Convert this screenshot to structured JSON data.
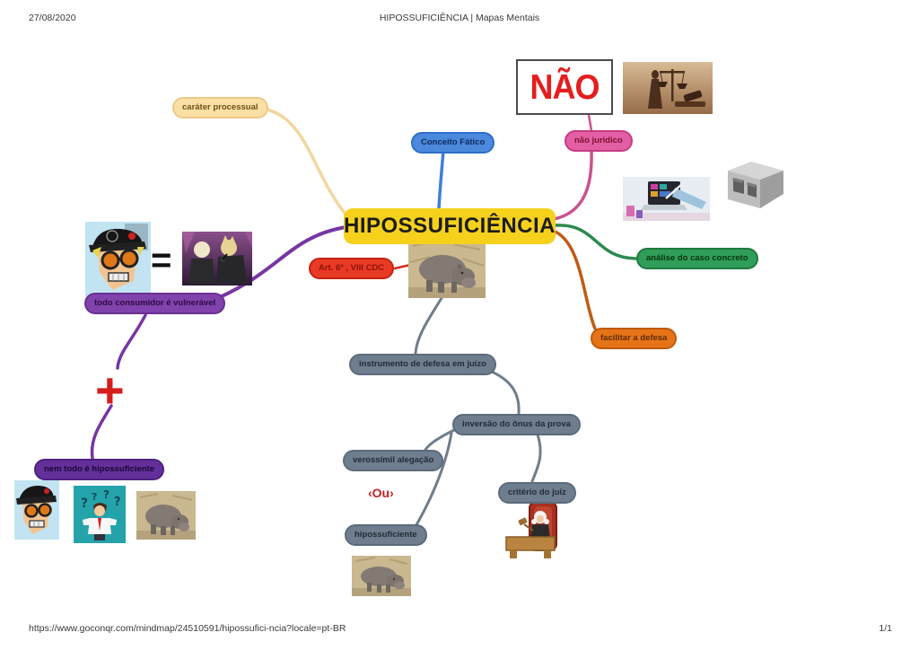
{
  "page": {
    "date": "27/08/2020",
    "header_title": "HIPOSSUFICIÊNCIA | Mapas Mentais",
    "footer_url": "https://www.goconqr.com/mindmap/24510591/hipossufici-ncia?locale=pt-BR",
    "page_number": "1/1"
  },
  "mindmap": {
    "root_label": "HIPOSSUFICIÊNCIA",
    "root_color": "#f6d11c",
    "nodes": {
      "carater_processual": {
        "label": "caráter processual",
        "color": "#fbe0a6"
      },
      "conceito_fatico": {
        "label": "Conceito Fático",
        "color": "#4a89dc"
      },
      "nao_juridico": {
        "label": "não juridico",
        "color": "#e25fa3"
      },
      "analise_caso_concreto": {
        "label": "análise do caso concreto",
        "color": "#2f9e58"
      },
      "facilitar_defesa": {
        "label": "facilitar a defesa",
        "color": "#e67417"
      },
      "art_cdc": {
        "label": "Art. 6º , VIII CDC",
        "color": "#e93a25"
      },
      "todo_consumidor": {
        "label": "todo consumidor é vulnerável",
        "color": "#8042ab"
      },
      "nem_todo": {
        "label": "nem todo é hipossuficiente",
        "color": "#63309a"
      },
      "instrumento_defesa": {
        "label": "instrumento de defesa em juízo",
        "color": "#6f7e8e"
      },
      "inversao_onus": {
        "label": "inversão do ônus da prova",
        "color": "#6f7e8e"
      },
      "verossimil": {
        "label": "verossímil alegação",
        "color": "#6f7e8e"
      },
      "hipossuficiente": {
        "label": "hipossuficiente",
        "color": "#6f7e8e"
      },
      "criterio_juiz": {
        "label": "critério do juiz",
        "color": "#6f7e8e"
      }
    },
    "symbols": {
      "nao": "NÃO",
      "equals": "=",
      "plus": "+",
      "ou": "‹Ou›"
    },
    "images": [
      "lady-justice-photo",
      "data-analysis-photo",
      "concrete-block-photo",
      "hippo-photo-under-root",
      "grinning-cartoon-character",
      "singers-photo",
      "grinning-cartoon-character-small",
      "confused-man-question-marks",
      "hippo-photo-left",
      "judge-cartoon",
      "hippo-photo-bottom"
    ]
  }
}
